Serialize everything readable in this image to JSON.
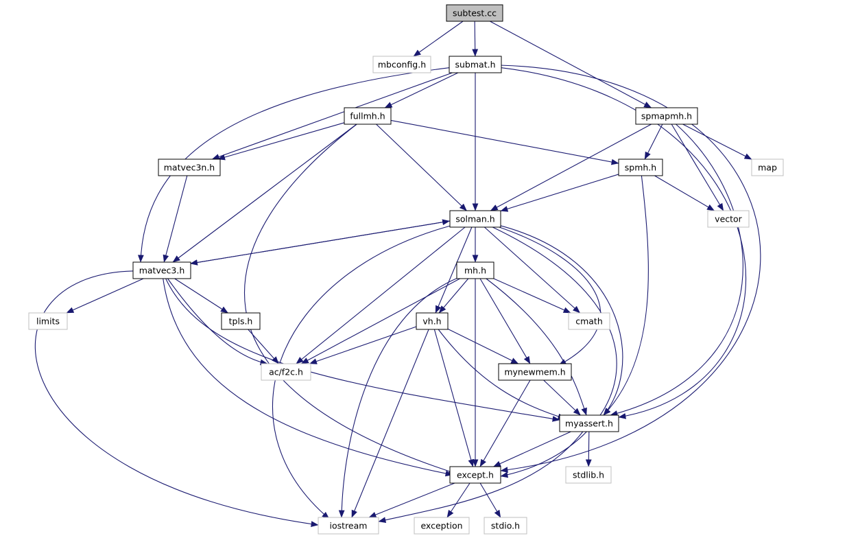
{
  "colors": {
    "edge": "#191970",
    "node_border_solid": "#000000",
    "node_border_faded": "#bfbfbf",
    "root_fill": "#bfbfbf",
    "node_fill": "#ffffff",
    "text": "#000000"
  },
  "nodes": {
    "subtest_cc": {
      "label": "subtest.cc",
      "style": "root"
    },
    "mbconfig_h": {
      "label": "mbconfig.h",
      "style": "faded"
    },
    "submat_h": {
      "label": "submat.h",
      "style": "solid"
    },
    "spmapmh_h": {
      "label": "spmapmh.h",
      "style": "solid"
    },
    "fullmh_h": {
      "label": "fullmh.h",
      "style": "solid"
    },
    "matvec3n_h": {
      "label": "matvec3n.h",
      "style": "solid"
    },
    "spmh_h": {
      "label": "spmh.h",
      "style": "solid"
    },
    "map": {
      "label": "map",
      "style": "faded"
    },
    "solman_h": {
      "label": "solman.h",
      "style": "solid"
    },
    "vector": {
      "label": "vector",
      "style": "faded"
    },
    "matvec3_h": {
      "label": "matvec3.h",
      "style": "solid"
    },
    "mh_h": {
      "label": "mh.h",
      "style": "solid"
    },
    "limits": {
      "label": "limits",
      "style": "faded"
    },
    "tpls_h": {
      "label": "tpls.h",
      "style": "solid"
    },
    "vh_h": {
      "label": "vh.h",
      "style": "solid"
    },
    "cmath": {
      "label": "cmath",
      "style": "faded"
    },
    "ac_f2c_h": {
      "label": "ac/f2c.h",
      "style": "faded"
    },
    "mynewmem_h": {
      "label": "mynewmem.h",
      "style": "solid"
    },
    "myassert_h": {
      "label": "myassert.h",
      "style": "solid"
    },
    "except_h": {
      "label": "except.h",
      "style": "solid"
    },
    "stdlib_h": {
      "label": "stdlib.h",
      "style": "faded"
    },
    "iostream": {
      "label": "iostream",
      "style": "faded"
    },
    "exception": {
      "label": "exception",
      "style": "faded"
    },
    "stdio_h": {
      "label": "stdio.h",
      "style": "faded"
    }
  },
  "edges": [
    [
      "subtest_cc",
      "mbconfig_h"
    ],
    [
      "subtest_cc",
      "submat_h"
    ],
    [
      "subtest_cc",
      "spmapmh_h"
    ],
    [
      "submat_h",
      "fullmh_h"
    ],
    [
      "submat_h",
      "matvec3n_h"
    ],
    [
      "submat_h",
      "matvec3_h"
    ],
    [
      "submat_h",
      "solman_h"
    ],
    [
      "submat_h",
      "myassert_h"
    ],
    [
      "submat_h",
      "except_h"
    ],
    [
      "spmapmh_h",
      "spmh_h"
    ],
    [
      "spmapmh_h",
      "map"
    ],
    [
      "spmapmh_h",
      "vector"
    ],
    [
      "spmapmh_h",
      "solman_h"
    ],
    [
      "spmapmh_h",
      "myassert_h"
    ],
    [
      "fullmh_h",
      "matvec3n_h"
    ],
    [
      "fullmh_h",
      "spmh_h"
    ],
    [
      "fullmh_h",
      "solman_h"
    ],
    [
      "fullmh_h",
      "matvec3_h"
    ],
    [
      "fullmh_h",
      "except_h"
    ],
    [
      "matvec3n_h",
      "matvec3_h"
    ],
    [
      "spmh_h",
      "solman_h"
    ],
    [
      "spmh_h",
      "vector"
    ],
    [
      "spmh_h",
      "myassert_h"
    ],
    [
      "solman_h",
      "matvec3_h"
    ],
    [
      "matvec3_h",
      "solman_h"
    ],
    [
      "solman_h",
      "mh_h"
    ],
    [
      "solman_h",
      "vh_h"
    ],
    [
      "solman_h",
      "cmath"
    ],
    [
      "solman_h",
      "ac_f2c_h"
    ],
    [
      "solman_h",
      "mynewmem_h"
    ],
    [
      "solman_h",
      "myassert_h"
    ],
    [
      "solman_h",
      "except_h"
    ],
    [
      "solman_h",
      "iostream"
    ],
    [
      "matvec3_h",
      "limits"
    ],
    [
      "matvec3_h",
      "tpls_h"
    ],
    [
      "matvec3_h",
      "ac_f2c_h"
    ],
    [
      "matvec3_h",
      "myassert_h"
    ],
    [
      "matvec3_h",
      "except_h"
    ],
    [
      "matvec3_h",
      "iostream"
    ],
    [
      "tpls_h",
      "ac_f2c_h"
    ],
    [
      "mh_h",
      "vh_h"
    ],
    [
      "mh_h",
      "cmath"
    ],
    [
      "mh_h",
      "ac_f2c_h"
    ],
    [
      "mh_h",
      "mynewmem_h"
    ],
    [
      "mh_h",
      "myassert_h"
    ],
    [
      "mh_h",
      "except_h"
    ],
    [
      "mh_h",
      "iostream"
    ],
    [
      "vh_h",
      "ac_f2c_h"
    ],
    [
      "vh_h",
      "mynewmem_h"
    ],
    [
      "vh_h",
      "myassert_h"
    ],
    [
      "vh_h",
      "except_h"
    ],
    [
      "vh_h",
      "iostream"
    ],
    [
      "mynewmem_h",
      "myassert_h"
    ],
    [
      "mynewmem_h",
      "except_h"
    ],
    [
      "myassert_h",
      "stdlib_h"
    ],
    [
      "myassert_h",
      "except_h"
    ],
    [
      "myassert_h",
      "iostream"
    ],
    [
      "except_h",
      "iostream"
    ],
    [
      "except_h",
      "exception"
    ],
    [
      "except_h",
      "stdio_h"
    ]
  ]
}
